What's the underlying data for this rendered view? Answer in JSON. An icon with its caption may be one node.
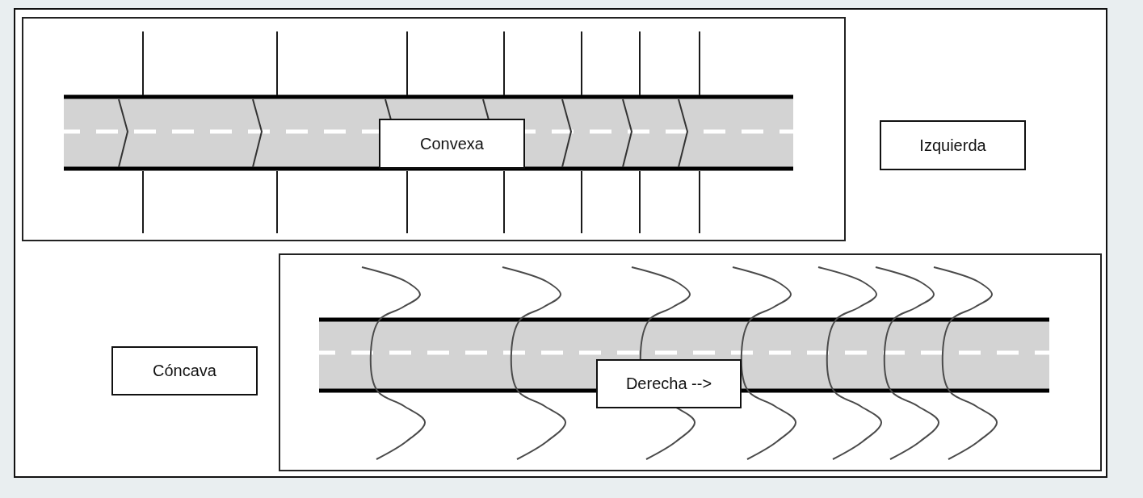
{
  "diagram": {
    "nodes": [
      {
        "text": [],
        "shape": "box"
      },
      {
        "text": [
          "Convexa"
        ],
        "in": 0
      },
      {
        "text": [
          "Izquierda"
        ]
      },
      {
        "text": [
          "Cóncava"
        ]
      },
      {
        "text": [],
        "shape": "box"
      },
      {
        "text": [
          "Derecha -->"
        ],
        "in": 4
      }
    ]
  }
}
